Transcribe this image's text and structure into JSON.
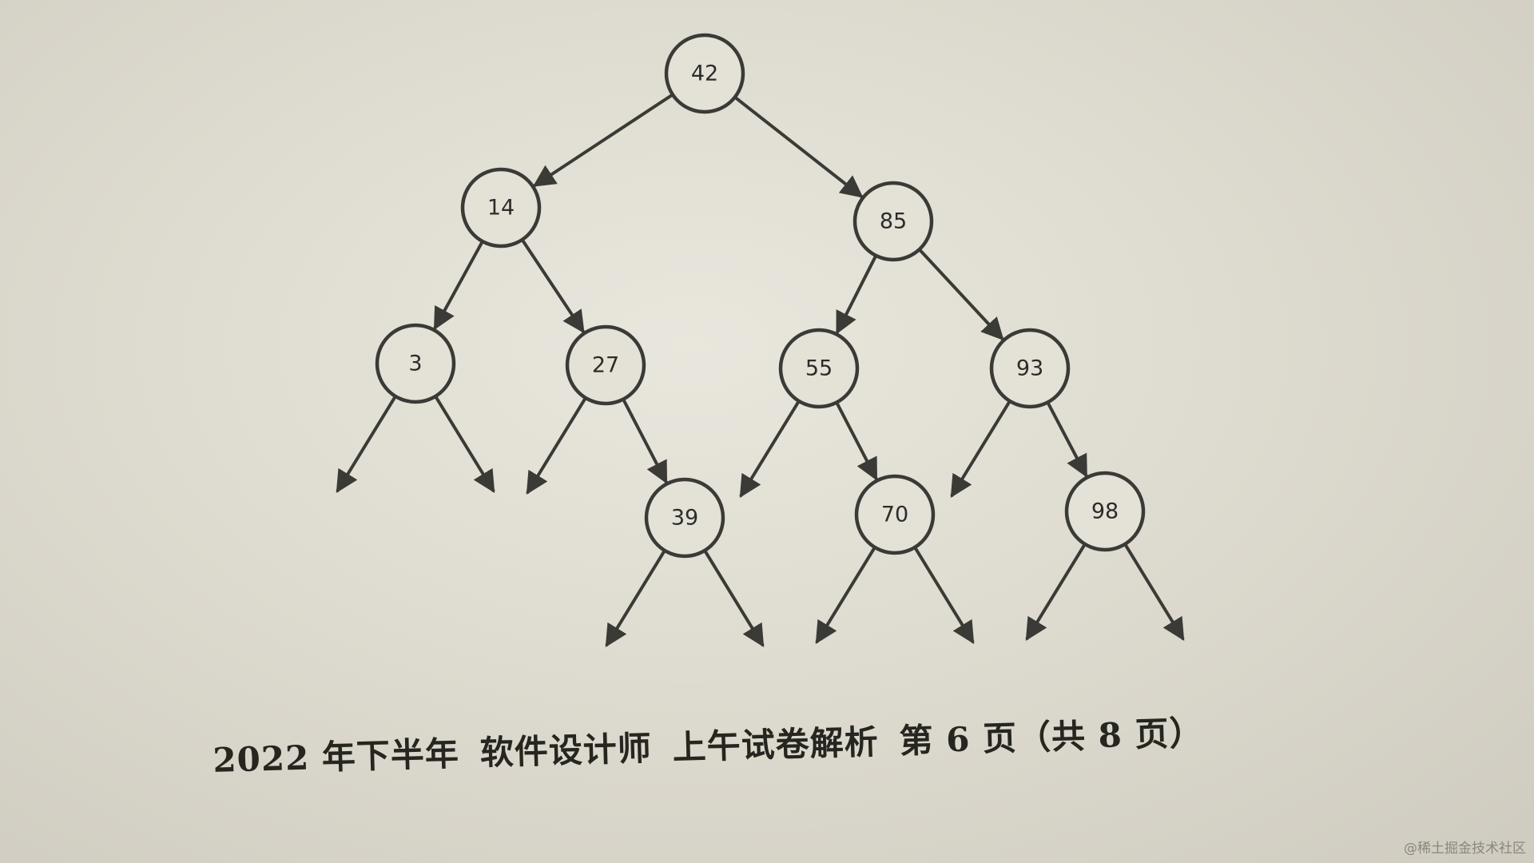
{
  "tree": {
    "nodes": [
      {
        "id": "n42",
        "label": "42"
      },
      {
        "id": "n14",
        "label": "14"
      },
      {
        "id": "n85",
        "label": "85"
      },
      {
        "id": "n3",
        "label": "3"
      },
      {
        "id": "n27",
        "label": "27"
      },
      {
        "id": "n55",
        "label": "55"
      },
      {
        "id": "n93",
        "label": "93"
      },
      {
        "id": "n39",
        "label": "39"
      },
      {
        "id": "n70",
        "label": "70"
      },
      {
        "id": "n98",
        "label": "98"
      }
    ],
    "edges": [
      {
        "from": "n42",
        "to": "n14"
      },
      {
        "from": "n42",
        "to": "n85"
      },
      {
        "from": "n14",
        "to": "n3"
      },
      {
        "from": "n14",
        "to": "n27"
      },
      {
        "from": "n85",
        "to": "n55"
      },
      {
        "from": "n85",
        "to": "n93"
      },
      {
        "from": "n27",
        "to": "n39"
      },
      {
        "from": "n55",
        "to": "n70"
      },
      {
        "from": "n93",
        "to": "n98"
      }
    ],
    "null_pointers": [
      {
        "from": "n3",
        "side": "left"
      },
      {
        "from": "n3",
        "side": "right"
      },
      {
        "from": "n27",
        "side": "left"
      },
      {
        "from": "n55",
        "side": "left"
      },
      {
        "from": "n93",
        "side": "left"
      },
      {
        "from": "n39",
        "side": "left"
      },
      {
        "from": "n39",
        "side": "right"
      },
      {
        "from": "n70",
        "side": "left"
      },
      {
        "from": "n70",
        "side": "right"
      },
      {
        "from": "n98",
        "side": "left"
      },
      {
        "from": "n98",
        "side": "right"
      }
    ]
  },
  "footer": {
    "year_term": "2022 年下半年",
    "exam": "软件设计师",
    "paper": "上午试卷解析",
    "page": "第 6 页（共 8 页）"
  },
  "watermark": "@稀土掘金技术社区"
}
